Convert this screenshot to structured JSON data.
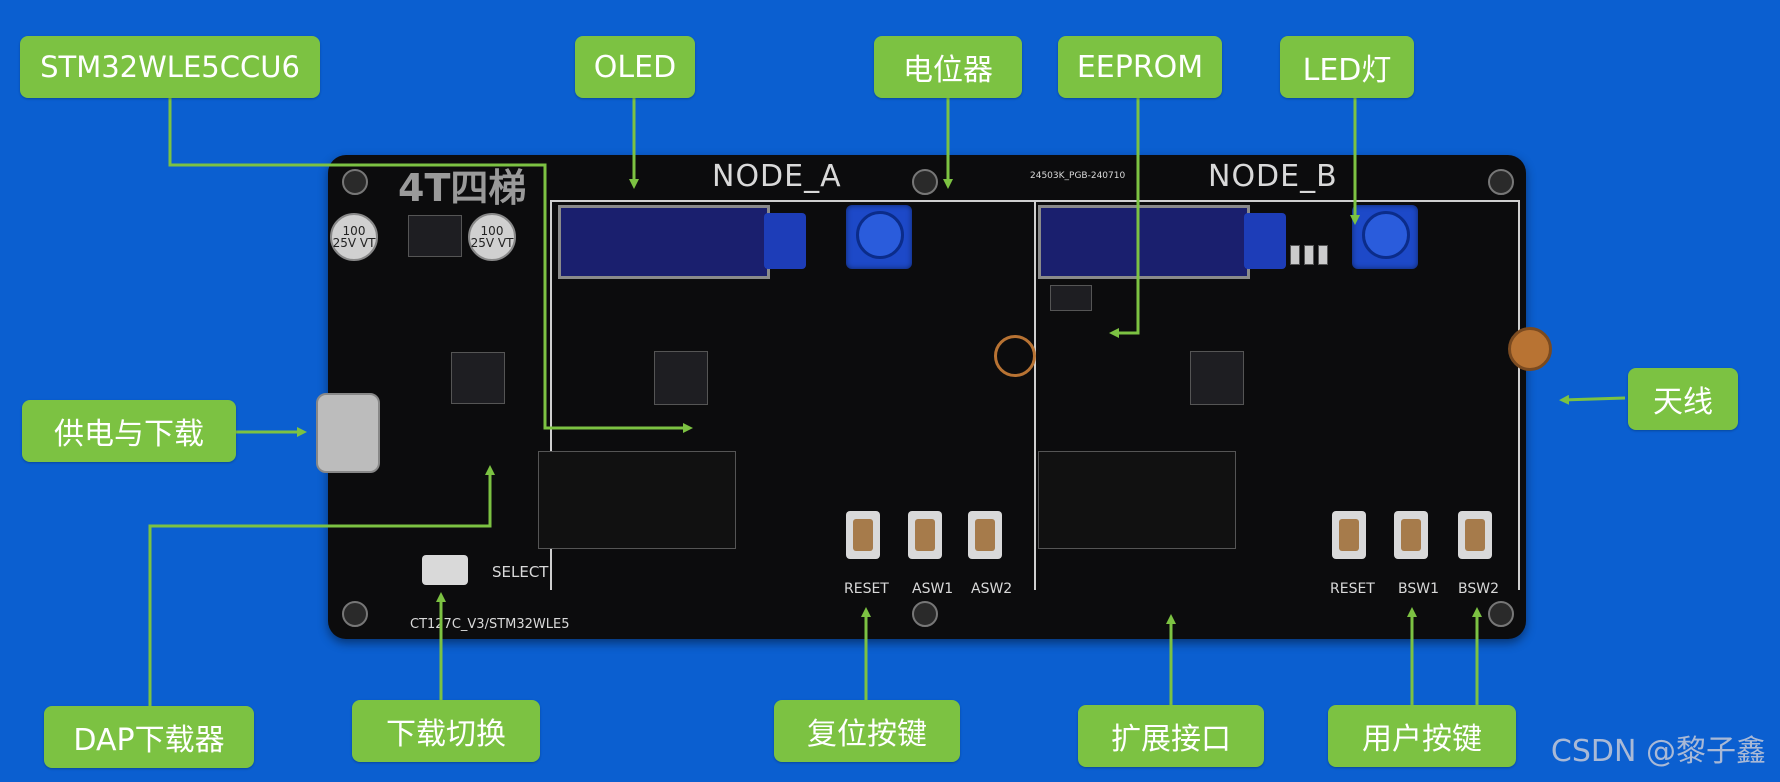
{
  "labels": {
    "mcu": "STM32WLE5CCU6",
    "oled": "OLED",
    "pot": "电位器",
    "eeprom": "EEPROM",
    "led": "LED灯",
    "power": "供电与下载",
    "antenna": "天线",
    "dap": "DAP下载器",
    "switch": "下载切换",
    "reset": "复位按键",
    "expand": "扩展接口",
    "user": "用户按键"
  },
  "board": {
    "logo": "4T四梯",
    "node_a": "NODE_A",
    "node_b": "NODE_B",
    "serial": "24503K_PGB-240710",
    "model": "CT127C_V3/STM32WLE5",
    "select": "SELECT",
    "a_reset": "RESET",
    "a_sw1": "ASW1",
    "a_sw2": "ASW2",
    "b_reset": "RESET",
    "b_sw1": "BSW1",
    "b_sw2": "BSW2",
    "cap_text": "100 25V VT"
  },
  "watermark": "CSDN @黎子鑫",
  "colors": {
    "background": "#0b5fd0",
    "label": "#7cc242",
    "board": "#0c0c0d"
  }
}
